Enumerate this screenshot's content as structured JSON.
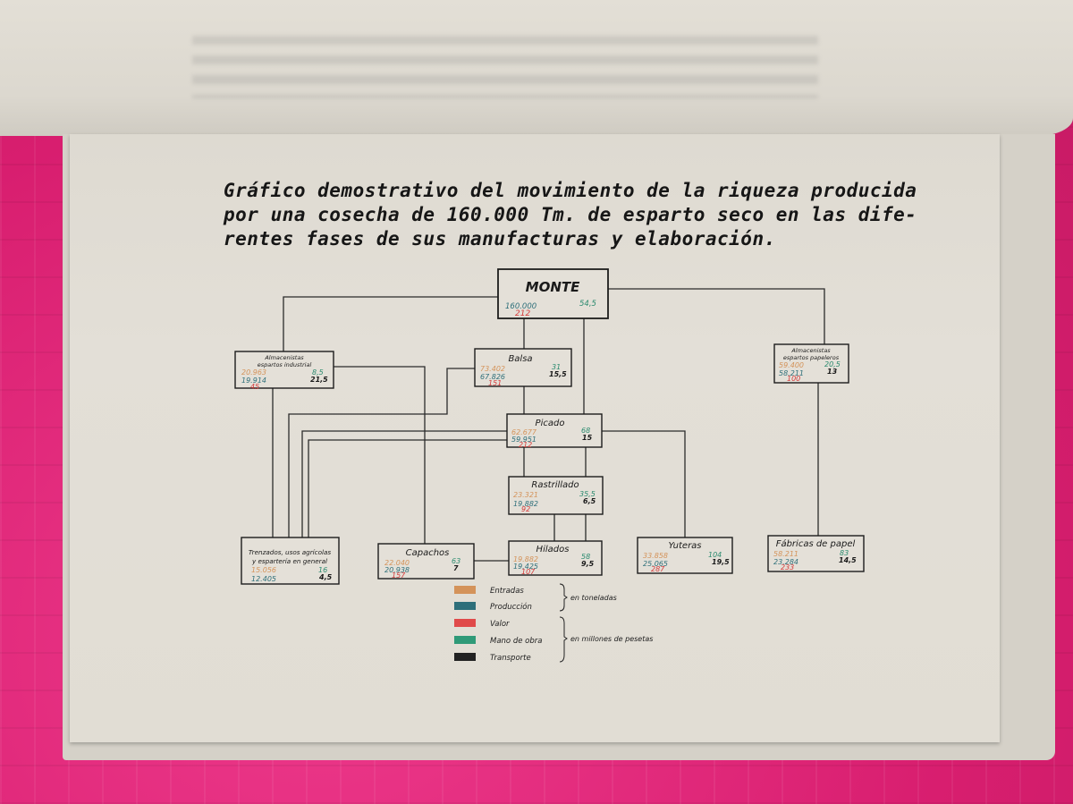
{
  "title_lines": [
    "Gráfico demostrativo del movimiento de la riqueza producida",
    "por una cosecha de 160.000 Tm. de esparto seco en las dife-",
    "rentes fases de sus manufacturas y elaboración."
  ],
  "colors": {
    "entradas": "#d4935a",
    "produccion": "#2e6f7a",
    "valor": "#d53a3a",
    "mano_obra": "#2a8a6e",
    "transporte": "#1a1a1a"
  },
  "nodes": {
    "monte": {
      "name": "MONTE",
      "produccion": "160.000",
      "valor": "212",
      "mano_obra": "54,5"
    },
    "alm_ind": {
      "name_lines": [
        "Almacenistas",
        "espartos industrial"
      ],
      "entradas": "20.963",
      "produccion": "19.914",
      "valor": "45",
      "mano_obra": "8,5",
      "transporte": "21,5"
    },
    "balsa": {
      "name": "Balsa",
      "entradas": "73.402",
      "produccion": "67.826",
      "valor": "151",
      "mano_obra": "31",
      "transporte": "15,5"
    },
    "alm_pap": {
      "name_lines": [
        "Almacenistas",
        "espartos papeleros"
      ],
      "entradas": "59.400",
      "produccion": "58.211",
      "valor": "100",
      "mano_obra": "20,5",
      "transporte": "13"
    },
    "picado": {
      "name": "Picado",
      "entradas": "62.677",
      "produccion": "59.951",
      "valor": "212",
      "mano_obra": "68",
      "transporte": "15"
    },
    "rastrillado": {
      "name": "Rastrillado",
      "entradas": "23.321",
      "produccion": "19.882",
      "valor": "92",
      "mano_obra": "35,5",
      "transporte": "6,5"
    },
    "trenzados": {
      "name_lines": [
        "Trenzados, usos agrícolas",
        "y espartería en general"
      ],
      "entradas": "15.056",
      "produccion": "12.405",
      "mano_obra": "16",
      "transporte": "4,5"
    },
    "capachos": {
      "name": "Capachos",
      "entradas": "22.040",
      "produccion": "20.938",
      "valor": "157",
      "mano_obra": "63",
      "transporte": "7"
    },
    "hilados": {
      "name": "Hilados",
      "entradas": "19.882",
      "produccion": "19.425",
      "valor": "107",
      "mano_obra": "58",
      "transporte": "9,5"
    },
    "yuteras": {
      "name": "Yuteras",
      "entradas": "33.858",
      "produccion": "25.065",
      "valor": "287",
      "mano_obra": "104",
      "transporte": "19,5"
    },
    "fabricas": {
      "name": "Fábricas de papel",
      "entradas": "58.211",
      "produccion": "23.284",
      "valor": "233",
      "mano_obra": "83",
      "transporte": "14,5"
    }
  },
  "legend": {
    "items": [
      {
        "label": "Entradas",
        "color": "#d4935a"
      },
      {
        "label": "Producción",
        "color": "#2e6f7a"
      },
      {
        "label": "Valor",
        "color": "#e04a4a"
      },
      {
        "label": "Mano de obra",
        "color": "#2f9a78"
      },
      {
        "label": "Transporte",
        "color": "#222222"
      }
    ],
    "group_tonnes": "en toneladas",
    "group_pesetas": "en millones de pesetas"
  }
}
